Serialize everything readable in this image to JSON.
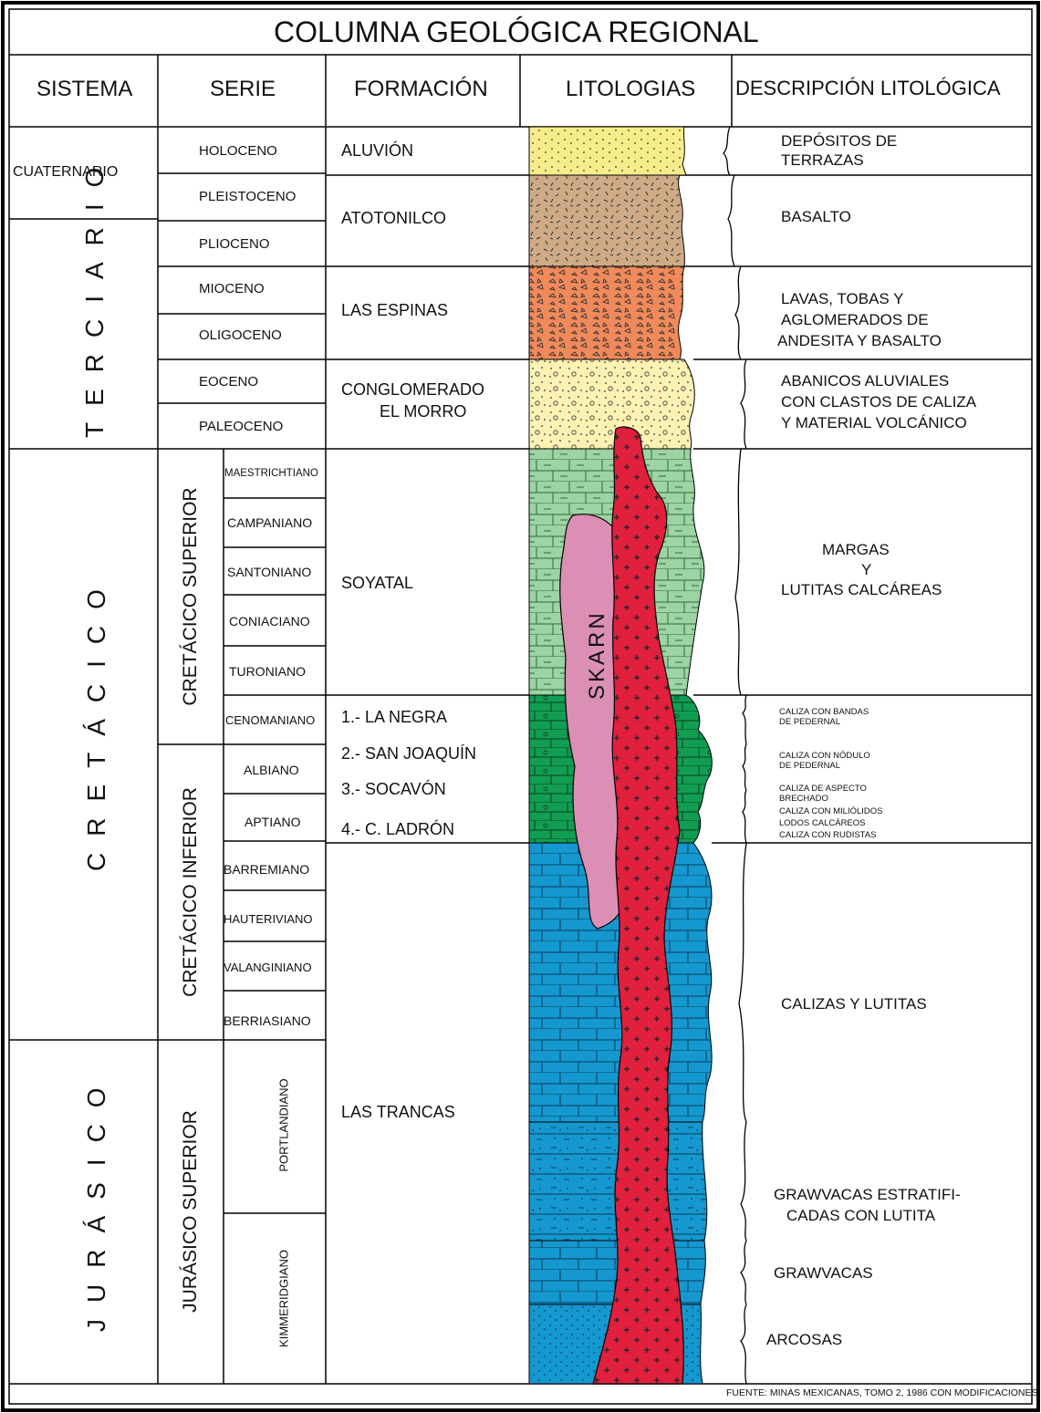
{
  "title": "COLUMNA GEOLÓGICA REGIONAL",
  "headers": {
    "sistema": "SISTEMA",
    "serie": "SERIE",
    "formacion": "FORMACIÓN",
    "litologias": "LITOLOGIAS",
    "descripcion": "DESCRIPCIÓN LITOLÓGICA"
  },
  "systems": {
    "cuaternario": "CUATERNARIO",
    "terciario": "TERCIARIO",
    "cretacico": "CRETÁCICO",
    "jurasico": "JURÁSICO"
  },
  "series": {
    "holoceno": "HOLOCENO",
    "pleistoceno": "PLEISTOCENO",
    "plioceno": "PLIOCENO",
    "mioceno": "MIOCENO",
    "oligoceno": "OLIGOCENO",
    "eoceno": "EOCENO",
    "paleoceno": "PALEOCENO",
    "cret_superior": "CRETÁCICO  SUPERIOR",
    "cret_inferior": "CRETÁCICO  INFERIOR",
    "jur_superior": "JURÁSICO  SUPERIOR"
  },
  "stages": {
    "maestrichtiano": "MAESTRICHTIANO",
    "campaniano": "CAMPANIANO",
    "santoniano": "SANTONIANO",
    "coniaciano": "CONIACIANO",
    "turoniano": "TURONIANO",
    "cenomaniano": "CENOMANIANO",
    "albiano": "ALBIANO",
    "aptiano": "APTIANO",
    "barremiano": "BARREMIANO",
    "hauteriviano": "HAUTERIVIANO",
    "valanginiano": "VALANGINIANO",
    "berriasiano": "BERRIASIANO",
    "portlandiano": "PORTLANDIANO",
    "kimmeridgiano": "KIMMERIDGIANO"
  },
  "formations": {
    "aluvion": "ALUVIÓN",
    "atotonilco": "ATOTONILCO",
    "las_espinas": "LAS ESPINAS",
    "conglomerado_1": "CONGLOMERADO",
    "conglomerado_2": "EL MORRO",
    "soyatal": "SOYATAL",
    "la_negra": "1.- LA NEGRA",
    "san_joaquin": "2.- SAN JOAQUÍN",
    "socavon": "3.- SOCAVÓN",
    "c_ladron": "4.- C. LADRÓN",
    "las_trancas": "LAS TRANCAS"
  },
  "lithology_labels": {
    "skarn": "SKARN"
  },
  "descriptions": {
    "depositos_1": "DEPÓSITOS DE",
    "depositos_2": "TERRAZAS",
    "basalto": "BASALTO",
    "lavas_1": "LAVAS, TOBAS Y",
    "lavas_2": "AGLOMERADOS DE",
    "lavas_3": "ANDESITA Y BASALTO",
    "abanicos_1": "ABANICOS ALUVIALES",
    "abanicos_2": "CON CLASTOS DE CALIZA",
    "abanicos_3": "Y MATERIAL VOLCÁNICO",
    "margas_1": "MARGAS",
    "margas_2": "Y",
    "margas_3": "LUTITAS CALCÁREAS",
    "bandas_1": "CALIZA CON BANDAS",
    "bandas_2": "DE PEDERNAL",
    "nodulo_1": "CALIZA CON NÓDULO",
    "nodulo_2": "DE PEDERNAL",
    "brechado_1": "CALIZA DE ASPECTO",
    "brechado_2": "BRECHADO",
    "miliolidos": "CALIZA CON MILIÓLIDOS",
    "lodos": "LODOS CALCÁREOS",
    "rudistas": "CALIZA CON RUDISTAS",
    "calizas_lutitas": "CALIZAS Y LUTITAS",
    "grawvacas_est_1": "GRAWVACAS ESTRATIFI-",
    "grawvacas_est_2": "CADAS CON LUTITA",
    "grawvacas": "GRAWVACAS",
    "arcosas": "ARCOSAS"
  },
  "source": "FUENTE: MINAS MEXICANAS, TOMO 2, 1986 CON MODIFICACIONES",
  "colors": {
    "aluvion": "#f6ec8a",
    "basalto": "#cfaa86",
    "andesita": "#f08a5b",
    "conglomerado": "#fbf2b4",
    "marga": "#9ed3a4",
    "caliza_verde": "#119e52",
    "caliza_azul": "#1598cf",
    "intrusivo": "#e0203d",
    "skarn": "#dc8fb4"
  }
}
